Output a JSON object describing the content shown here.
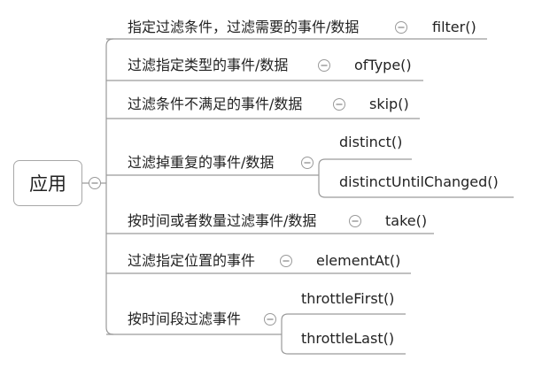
{
  "root": {
    "label": "应用"
  },
  "branches": [
    {
      "label": "指定过滤条件，过滤需要的事件/数据",
      "ops": [
        "filter()"
      ]
    },
    {
      "label": "过滤指定类型的事件/数据",
      "ops": [
        "ofType()"
      ]
    },
    {
      "label": "过滤条件不满足的事件/数据",
      "ops": [
        "skip()"
      ]
    },
    {
      "label": "过滤掉重复的事件/数据",
      "ops": [
        "distinct()",
        "distinctUntilChanged()"
      ]
    },
    {
      "label": "按时间或者数量过滤事件/数据",
      "ops": [
        "take()"
      ]
    },
    {
      "label": "过滤指定位置的事件",
      "ops": [
        "elementAt()"
      ]
    },
    {
      "label": "按时间段过滤事件",
      "ops": [
        "throttleFirst()",
        "throttleLast()"
      ]
    }
  ]
}
